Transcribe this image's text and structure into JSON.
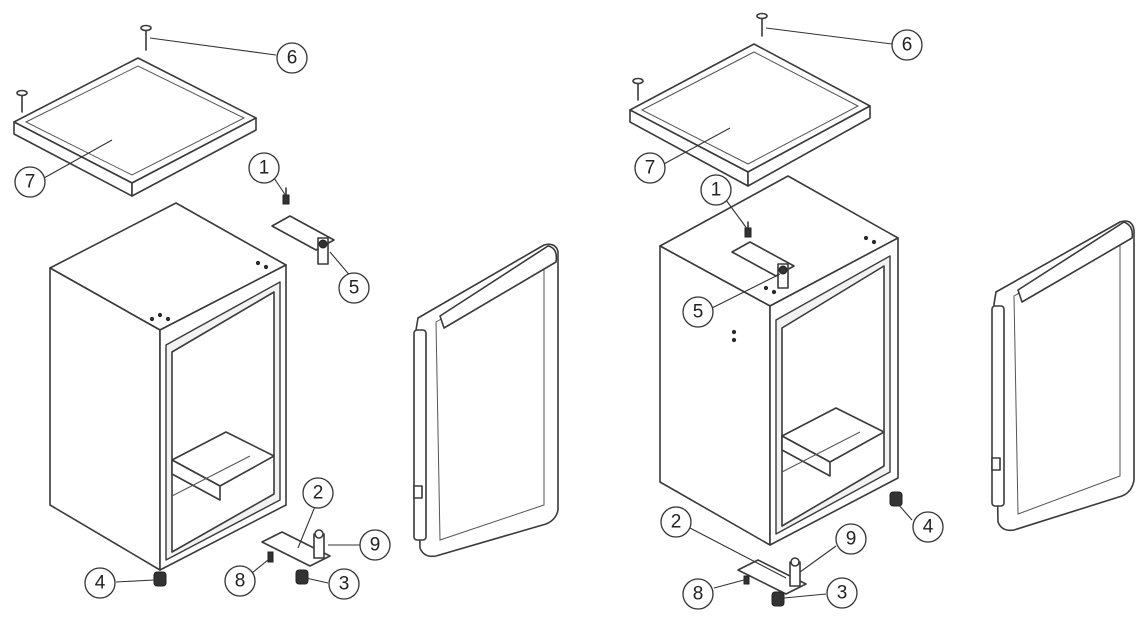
{
  "diagram": {
    "type": "exploded-view",
    "panels": [
      {
        "id": "left",
        "callouts": [
          {
            "label": "1",
            "part": "hinge-screw"
          },
          {
            "label": "2",
            "part": "lower-hinge-bracket"
          },
          {
            "label": "3",
            "part": "bottom-foot"
          },
          {
            "label": "4",
            "part": "leveling-foot"
          },
          {
            "label": "5",
            "part": "upper-hinge"
          },
          {
            "label": "6",
            "part": "top-cover-screw"
          },
          {
            "label": "7",
            "part": "top-cover"
          },
          {
            "label": "8",
            "part": "hinge-screw-lower"
          },
          {
            "label": "9",
            "part": "hinge-pin"
          }
        ]
      },
      {
        "id": "right",
        "callouts": [
          {
            "label": "1",
            "part": "hinge-screw"
          },
          {
            "label": "2",
            "part": "lower-hinge-bracket"
          },
          {
            "label": "3",
            "part": "bottom-foot"
          },
          {
            "label": "4",
            "part": "leveling-foot"
          },
          {
            "label": "5",
            "part": "upper-hinge"
          },
          {
            "label": "6",
            "part": "top-cover-screw"
          },
          {
            "label": "7",
            "part": "top-cover"
          },
          {
            "label": "8",
            "part": "hinge-screw-lower"
          },
          {
            "label": "9",
            "part": "hinge-pin"
          }
        ]
      }
    ],
    "colors": {
      "line": "#3a3a3a",
      "background": "#ffffff"
    }
  }
}
